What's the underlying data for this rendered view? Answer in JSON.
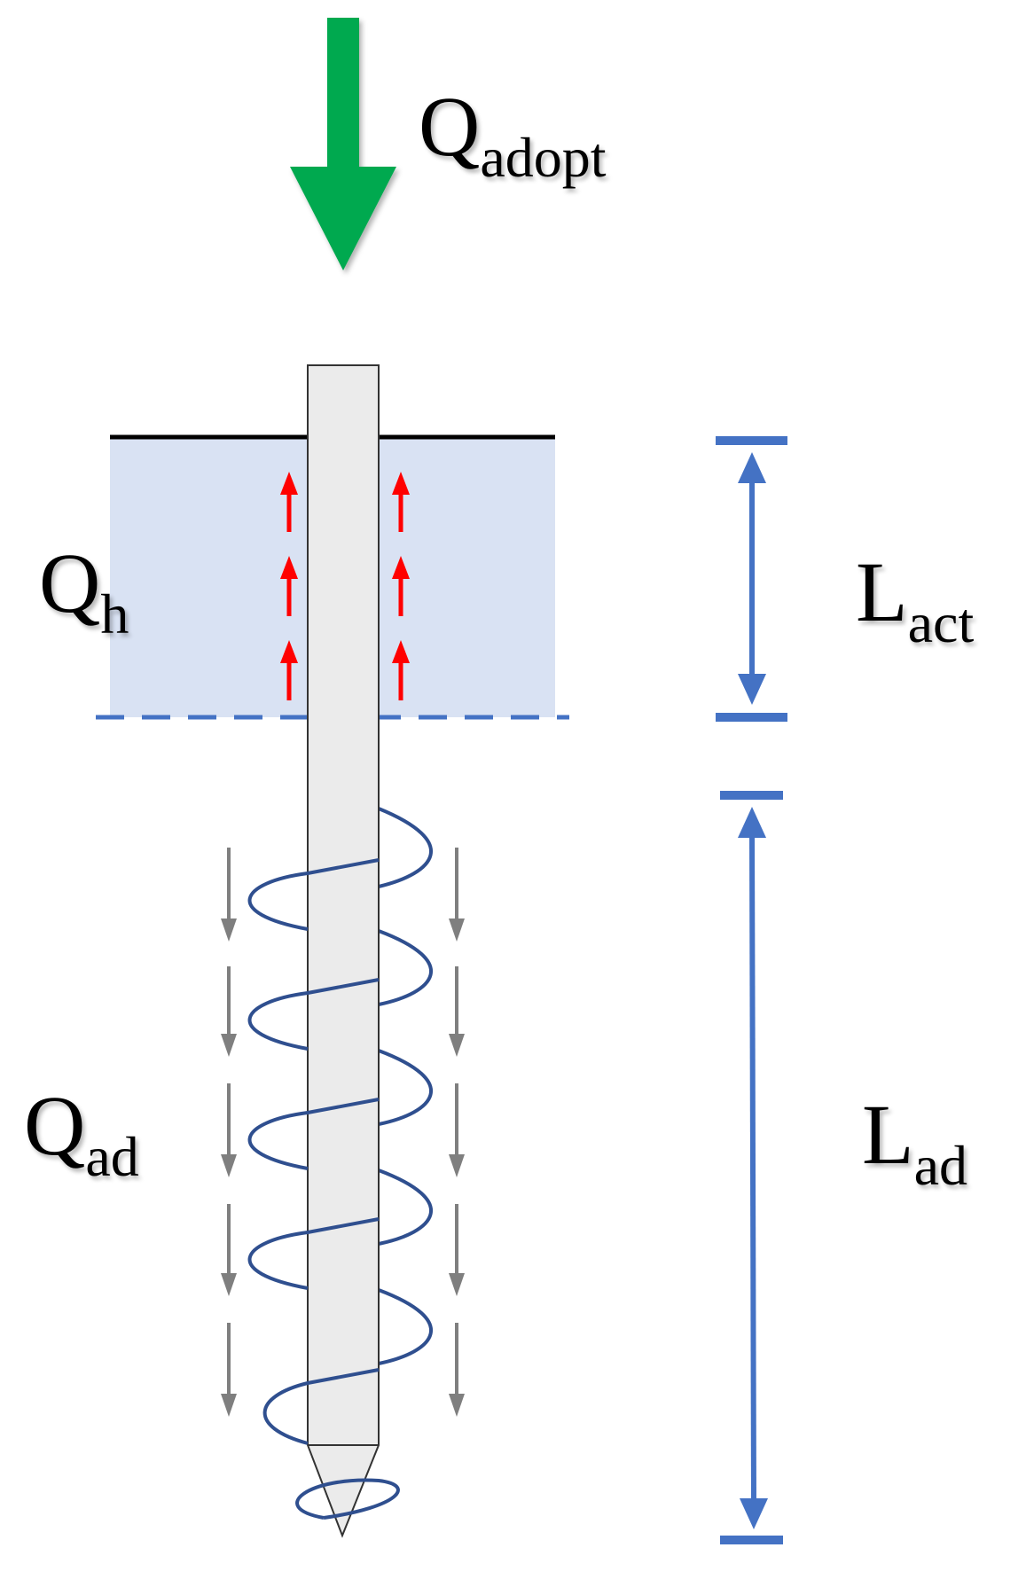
{
  "labels": {
    "q_adopt": {
      "main": "Q",
      "sub": "adopt"
    },
    "q_h": {
      "main": "Q",
      "sub": "h"
    },
    "q_ad": {
      "main": "Q",
      "sub": "ad"
    },
    "l_act": {
      "main": "L",
      "sub": "act"
    },
    "l_ad": {
      "main": "L",
      "sub": "ad"
    }
  },
  "colors": {
    "load_arrow": "#00A94F",
    "soil_zone": "#D9E2F3",
    "ground_line": "#000000",
    "zone_boundary": "#4472C4",
    "pile_fill": "#EBEBEB",
    "pile_stroke": "#333333",
    "heave_arrows": "#FF0000",
    "helix": "#2F4F8F",
    "downdrag_arrows": "#7F7F7F",
    "dimension_lines": "#4472C4"
  },
  "icons": {
    "load": "arrow-down-icon",
    "heave": "arrow-up-icon",
    "downdrag": "arrow-down-icon",
    "dimension": "double-arrow-icon"
  }
}
